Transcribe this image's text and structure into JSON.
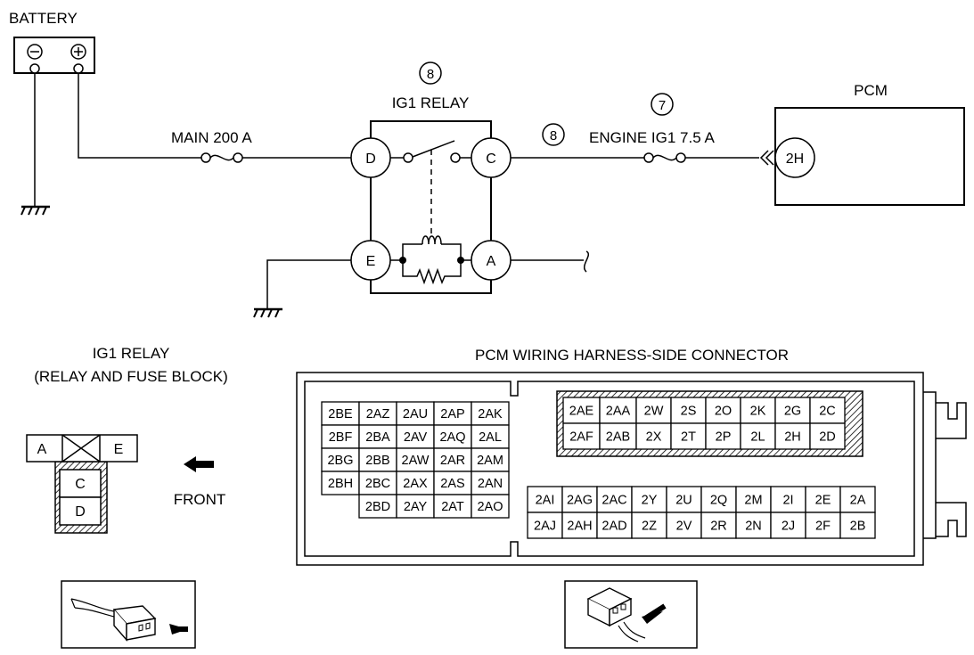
{
  "labels": {
    "battery": "BATTERY",
    "main_fuse": "MAIN 200 A",
    "relay_num_top": "8",
    "relay_name": "IG1 RELAY",
    "relay_num_side": "8",
    "fuse_num": "7",
    "engine_fuse": "ENGINE IG1 7.5 A",
    "pcm": "PCM",
    "pcm_pin": "2H",
    "relay_pins": {
      "D": "D",
      "C": "C",
      "E": "E",
      "A": "A"
    },
    "battery_neg": "⊖",
    "battery_pos": "⊕"
  },
  "relay_view": {
    "title_line1": "IG1 RELAY",
    "title_line2": "(RELAY AND FUSE BLOCK)",
    "pins": {
      "A": "A",
      "E": "E",
      "C": "C",
      "D": "D"
    },
    "front_label": "FRONT"
  },
  "connector": {
    "title": "PCM WIRING HARNESS-SIDE CONNECTOR",
    "left_grid": [
      [
        "2BE",
        "2AZ",
        "2AU",
        "2AP",
        "2AK"
      ],
      [
        "2BF",
        "2BA",
        "2AV",
        "2AQ",
        "2AL"
      ],
      [
        "2BG",
        "2BB",
        "2AW",
        "2AR",
        "2AM"
      ],
      [
        "2BH",
        "2BC",
        "2AX",
        "2AS",
        "2AN"
      ],
      [
        "",
        "2BD",
        "2AY",
        "2AT",
        "2AO"
      ]
    ],
    "top_right_grid": [
      [
        "2AE",
        "2AA",
        "2W",
        "2S",
        "2O",
        "2K",
        "2G",
        "2C"
      ],
      [
        "2AF",
        "2AB",
        "2X",
        "2T",
        "2P",
        "2L",
        "2H",
        "2D"
      ]
    ],
    "bottom_right_grid": [
      [
        "2AI",
        "2AG",
        "2AC",
        "2Y",
        "2U",
        "2Q",
        "2M",
        "2I",
        "2E",
        "2A"
      ],
      [
        "2AJ",
        "2AH",
        "2AD",
        "2Z",
        "2V",
        "2R",
        "2N",
        "2J",
        "2F",
        "2B"
      ]
    ]
  }
}
